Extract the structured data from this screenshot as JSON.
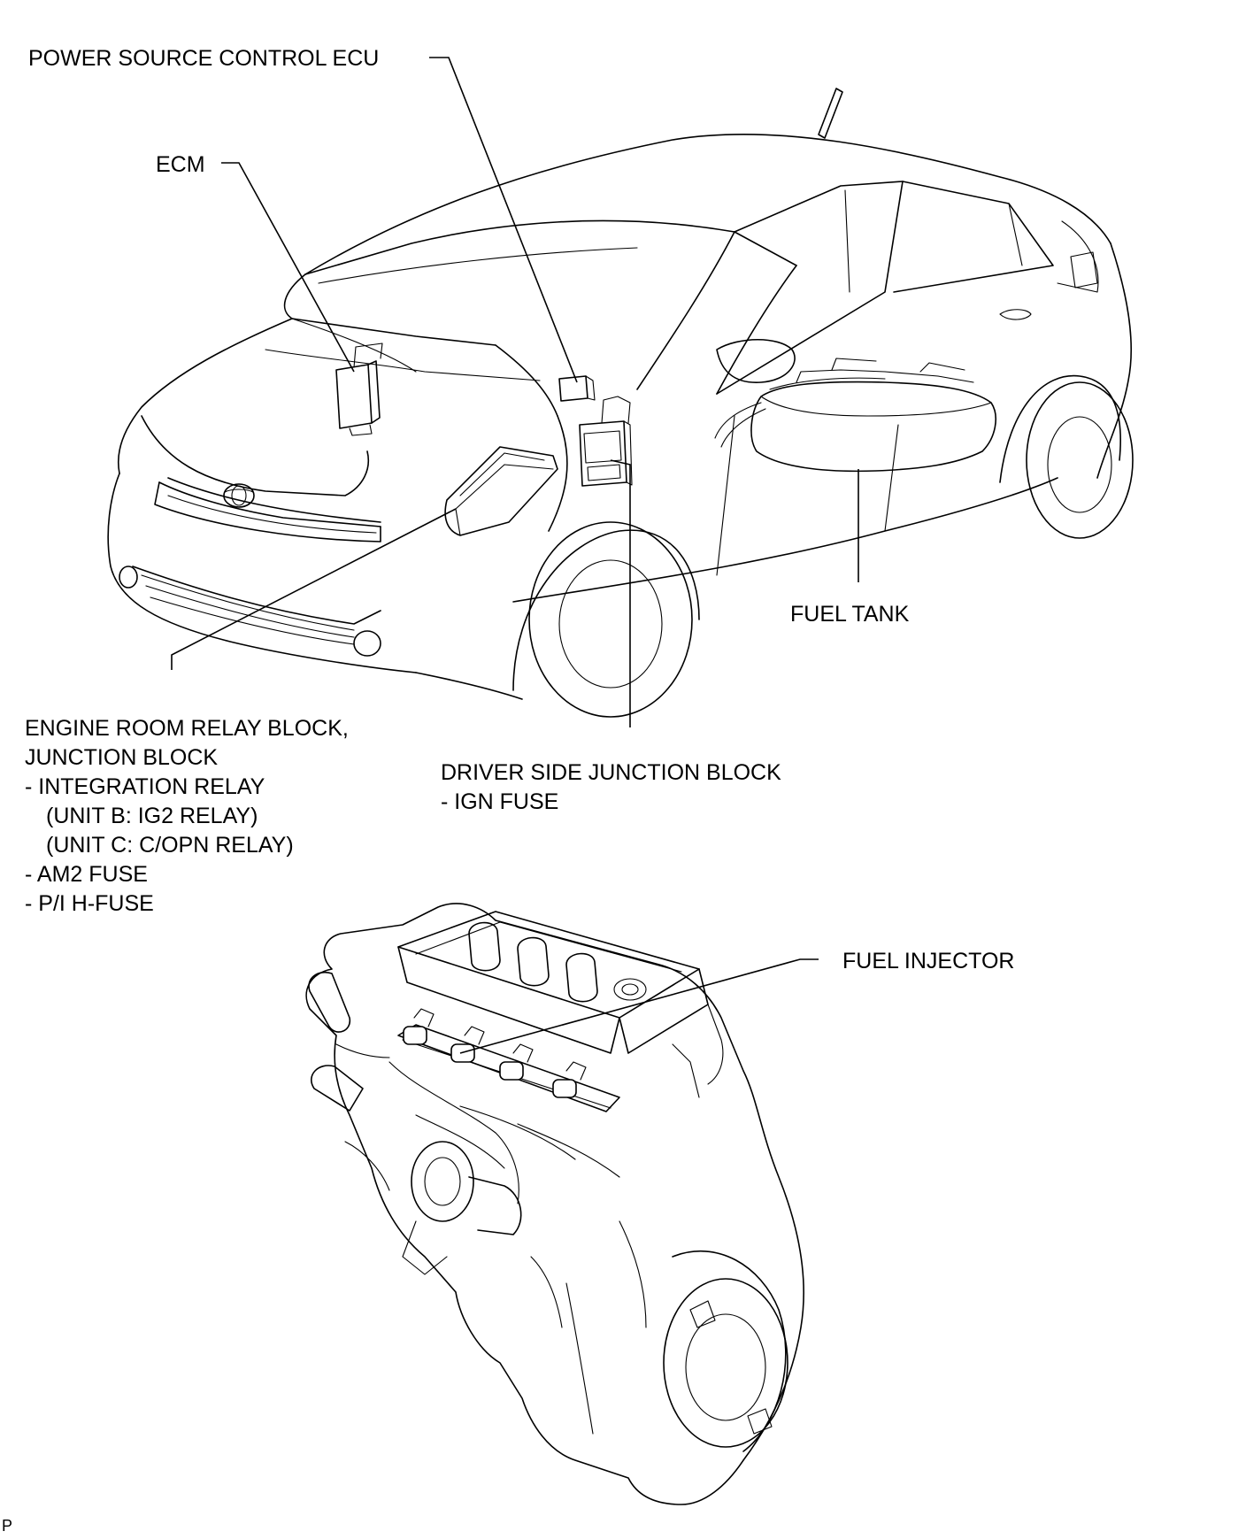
{
  "labels": {
    "power_source_control_ecu": "POWER SOURCE CONTROL ECU",
    "ecm": "ECM",
    "fuel_tank": "FUEL TANK",
    "engine_room_block": [
      "ENGINE ROOM RELAY BLOCK,",
      "JUNCTION BLOCK",
      "- INTEGRATION RELAY",
      "(UNIT B: IG2 RELAY)",
      "(UNIT C: C/OPN RELAY)",
      "- AM2 FUSE",
      "- P/I H-FUSE"
    ],
    "driver_side_junction_block": [
      "DRIVER SIDE JUNCTION BLOCK",
      "- IGN FUSE"
    ],
    "fuel_injector": "FUEL INJECTOR",
    "corner_mark": "P"
  }
}
